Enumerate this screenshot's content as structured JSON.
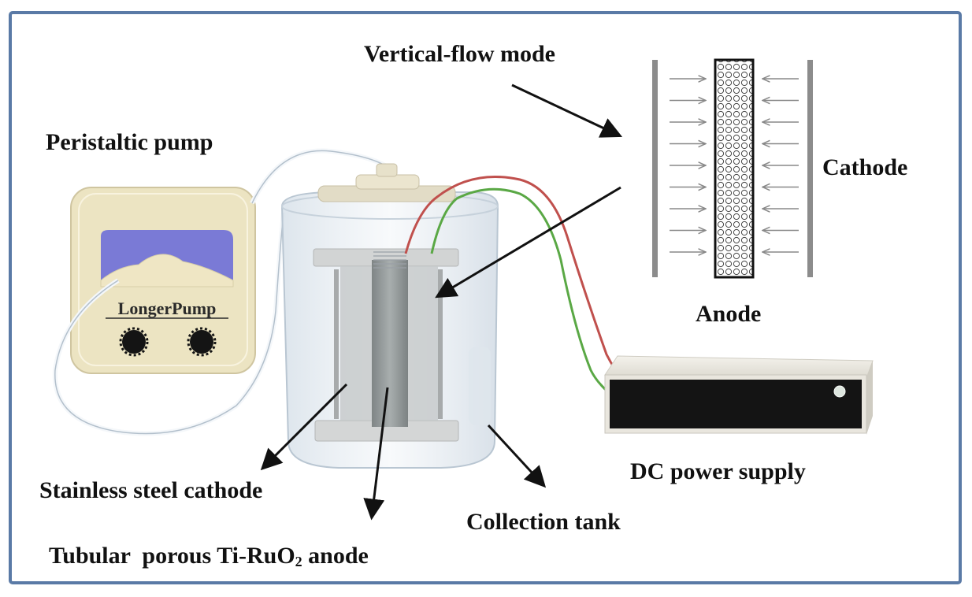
{
  "labels": {
    "vertical_flow_mode": "Vertical-flow mode",
    "peristaltic_pump": "Peristaltic pump",
    "cathode": "Cathode",
    "anode": "Anode",
    "dc_power_supply": "DC power supply",
    "stainless_steel_cathode": "Stainless steel cathode",
    "collection_tank": "Collection tank",
    "tubular_anode_prefix": "Tubular  porous Ti-RuO",
    "tubular_anode_subscript": "2",
    "tubular_anode_suffix": " anode"
  },
  "pump": {
    "brand": "LongerPump"
  },
  "colors": {
    "frame": "#5a7aa6",
    "pump_body": "#ece4c2",
    "pump_window": "#7a7ad6",
    "wire_red": "#c0504d",
    "wire_green": "#5aa845",
    "power_box": "#e9e6de",
    "power_front": "#141414",
    "electrode_gray": "#8c8c8c"
  },
  "flow_schematic": {
    "arrows_per_side": 9
  }
}
